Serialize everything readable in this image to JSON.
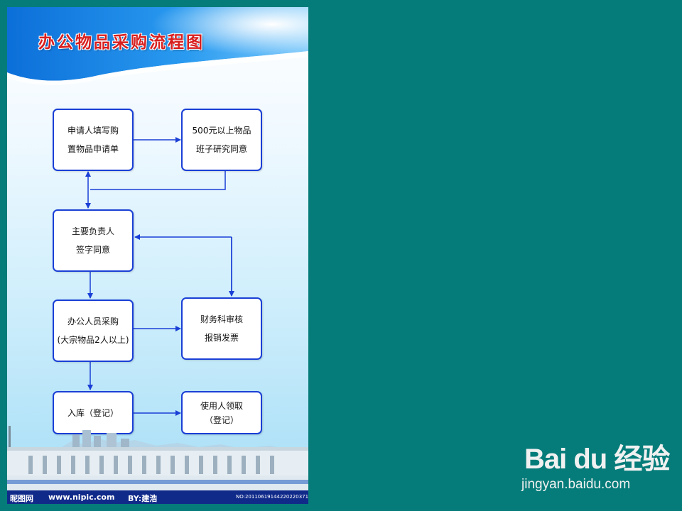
{
  "poster": {
    "title": "办公物品采购流程图",
    "boxes": {
      "apply": [
        "申请人填写购",
        "置物品申请单"
      ],
      "team": [
        "500元以上物品",
        "班子研究同意"
      ],
      "leader": [
        "主要负责人",
        "签字同意"
      ],
      "purchase": [
        "办公人员采购",
        "(大宗物品2人以上)"
      ],
      "finance": [
        "财务科审核",
        "报销发票"
      ],
      "storage": [
        "入库（登记）"
      ],
      "receive": [
        "使用人领取",
        "（登记）"
      ]
    },
    "footer": {
      "site_logo": "昵图网",
      "site_url": "www.nipic.com",
      "author": "BY:建浩",
      "number": "NO:20110619144220220371"
    }
  },
  "watermark": {
    "logo_text": "Bai du 经验",
    "url": "jingyan.baidu.com"
  },
  "colors": {
    "background": "#057c7a",
    "box_border": "#1a3fd6",
    "arrow": "#1a3fd6",
    "title": "#d81f1f",
    "footer": "#102a8a"
  }
}
